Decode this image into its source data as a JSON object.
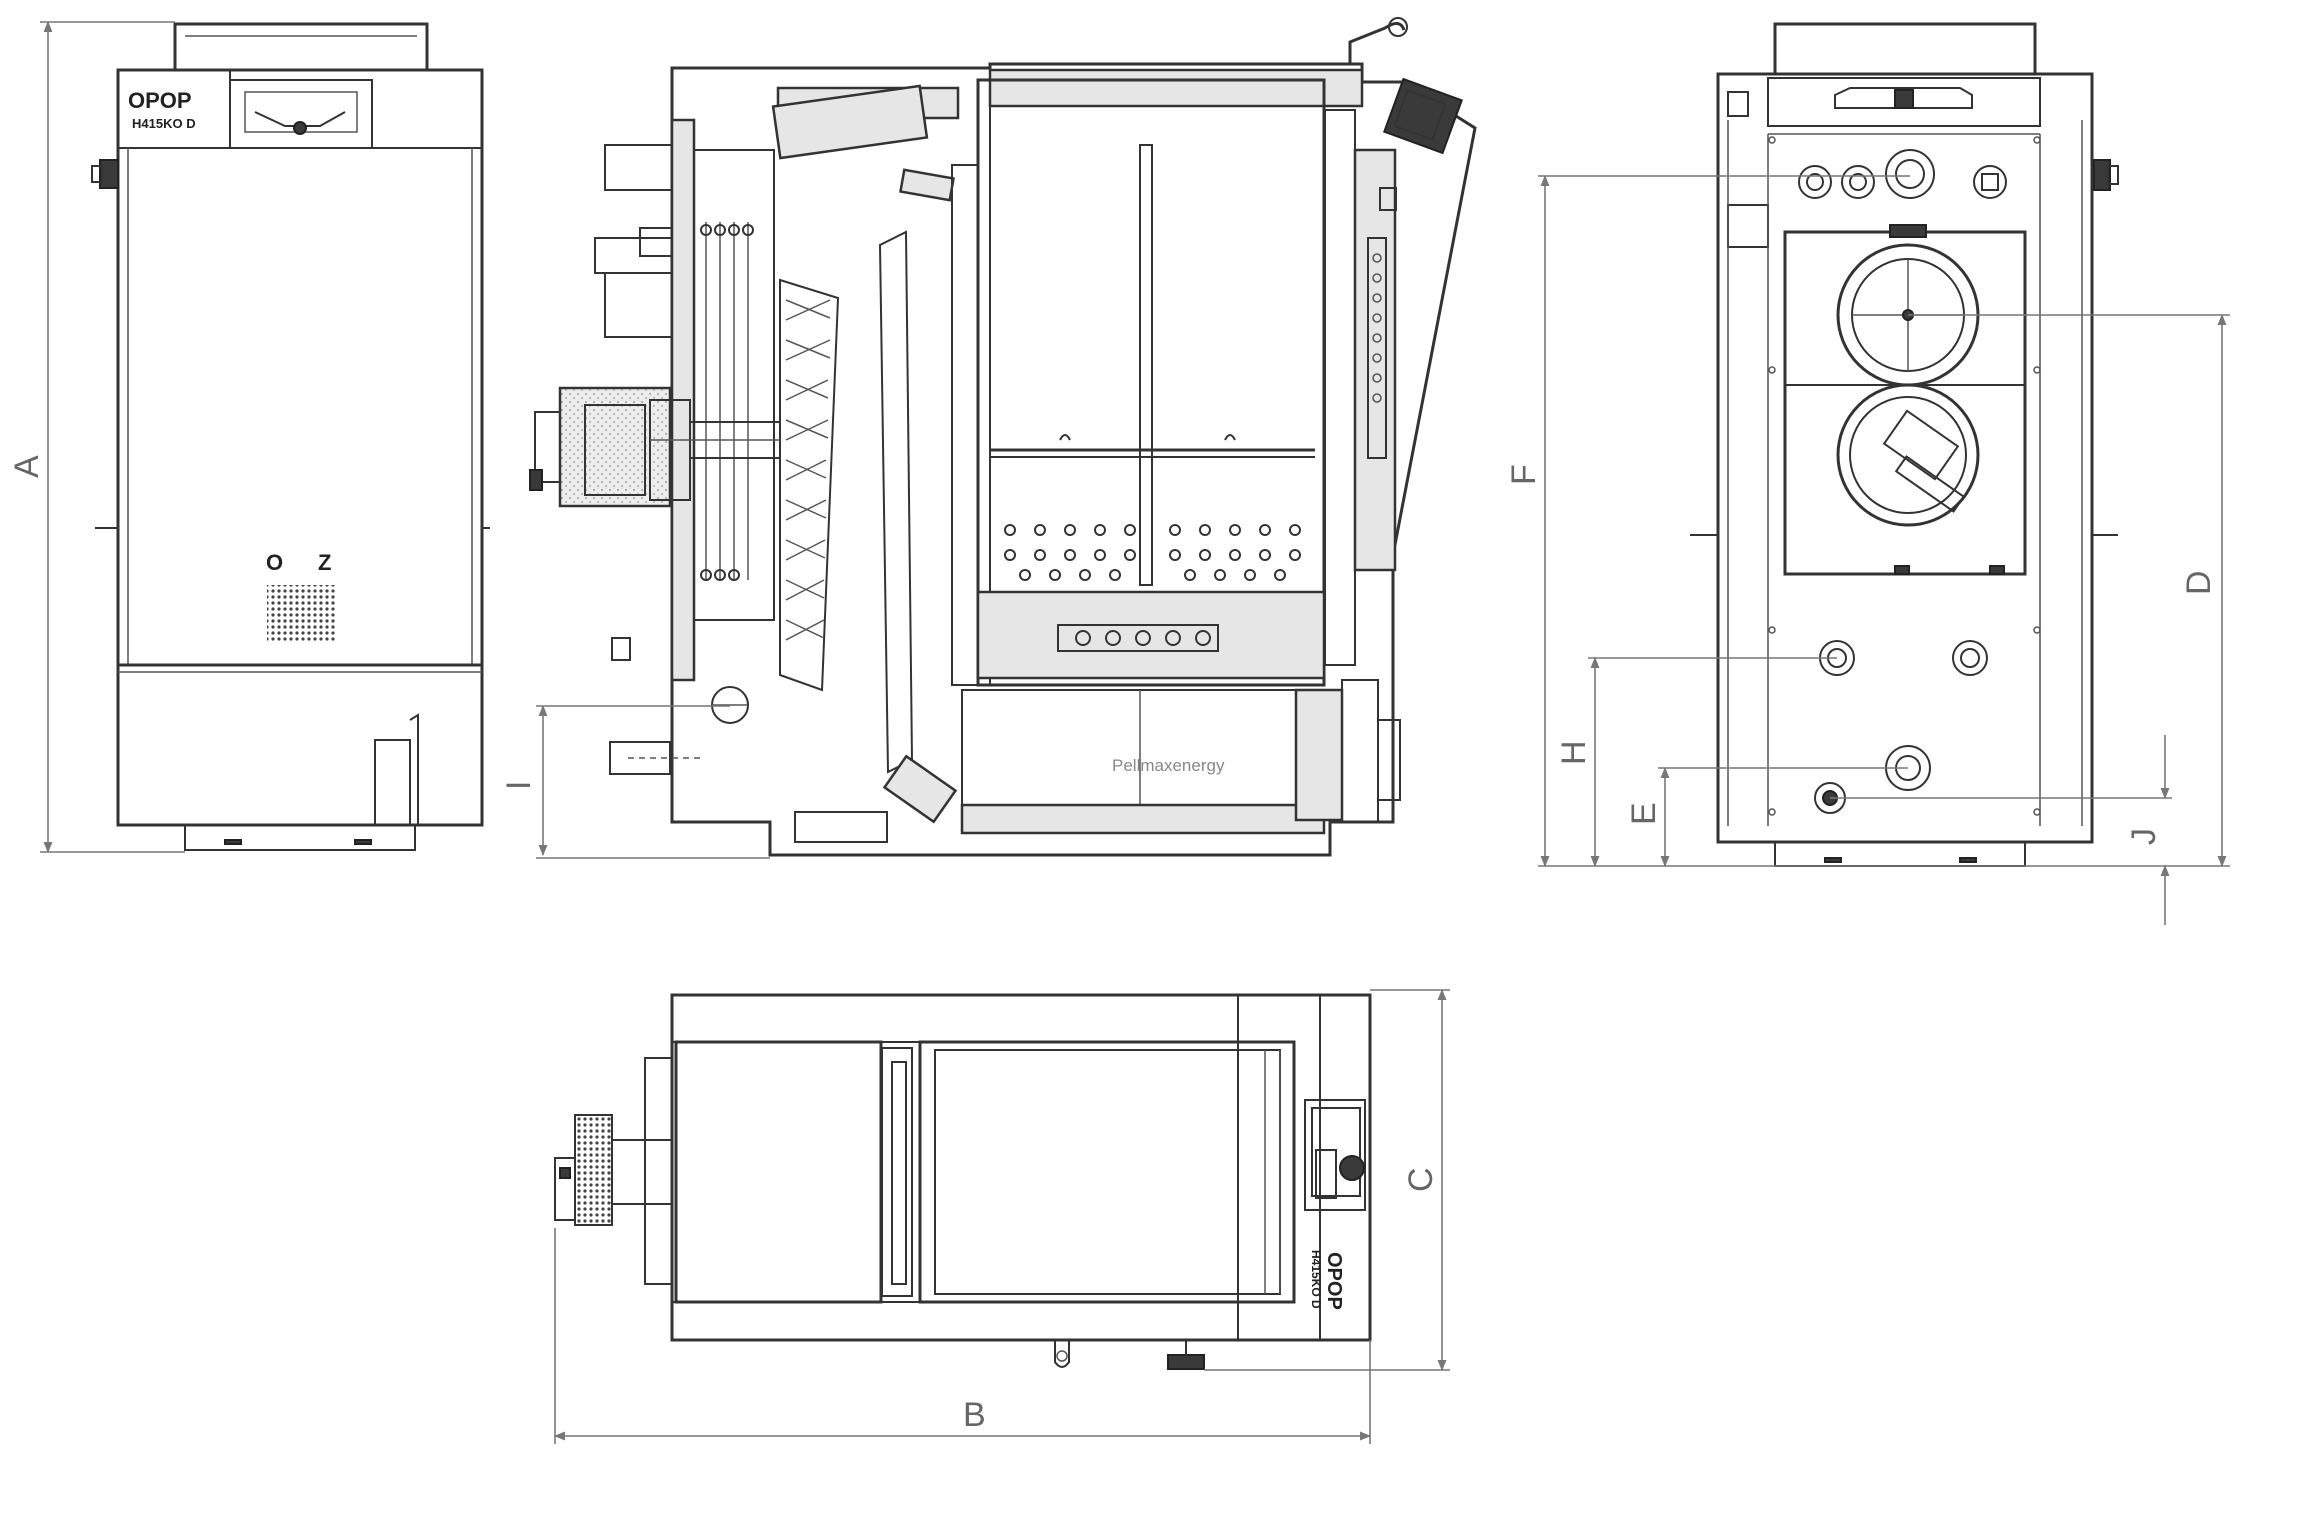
{
  "dimension_labels": {
    "A": "A",
    "B": "B",
    "C": "C",
    "D": "D",
    "E": "E",
    "F": "F",
    "H": "H",
    "I": "I",
    "J": "J"
  },
  "front_view": {
    "logo_line1": "OPOP",
    "logo_line2": "H415KO D",
    "control_left": "O",
    "control_right": "Z"
  },
  "top_view": {
    "logo_line1": "OPOP",
    "logo_line2": "H415KO D"
  },
  "watermark": "Pellmaxenergy",
  "colors": {
    "line": "#333333",
    "dimension": "#777777",
    "insulation": "#e6e6e6"
  }
}
